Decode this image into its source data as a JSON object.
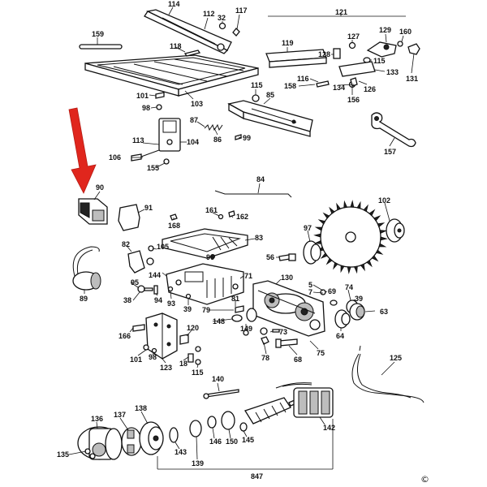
{
  "labels": [
    {
      "id": "114",
      "text": "114"
    },
    {
      "id": "112",
      "text": "112"
    },
    {
      "id": "117",
      "text": "117"
    },
    {
      "id": "32",
      "text": "32"
    },
    {
      "id": "121",
      "text": "121"
    },
    {
      "id": "159",
      "text": "159"
    },
    {
      "id": "118",
      "text": "118"
    },
    {
      "id": "119",
      "text": "119"
    },
    {
      "id": "127",
      "text": "127"
    },
    {
      "id": "129",
      "text": "129"
    },
    {
      "id": "160",
      "text": "160"
    },
    {
      "id": "128",
      "text": "128"
    },
    {
      "id": "115a",
      "text": "115"
    },
    {
      "id": "133",
      "text": "133"
    },
    {
      "id": "131",
      "text": "131"
    },
    {
      "id": "116",
      "text": "116"
    },
    {
      "id": "158",
      "text": "158"
    },
    {
      "id": "134",
      "text": "134"
    },
    {
      "id": "126",
      "text": "126"
    },
    {
      "id": "156",
      "text": "156"
    },
    {
      "id": "101a",
      "text": "101"
    },
    {
      "id": "98a",
      "text": "98"
    },
    {
      "id": "103",
      "text": "103"
    },
    {
      "id": "115b",
      "text": "115"
    },
    {
      "id": "85",
      "text": "85"
    },
    {
      "id": "87",
      "text": "87"
    },
    {
      "id": "86",
      "text": "86"
    },
    {
      "id": "99",
      "text": "99"
    },
    {
      "id": "104",
      "text": "104"
    },
    {
      "id": "113",
      "text": "113"
    },
    {
      "id": "106",
      "text": "106"
    },
    {
      "id": "155",
      "text": "155"
    },
    {
      "id": "157",
      "text": "157"
    },
    {
      "id": "90",
      "text": "90"
    },
    {
      "id": "91",
      "text": "91"
    },
    {
      "id": "84",
      "text": "84"
    },
    {
      "id": "102",
      "text": "102"
    },
    {
      "id": "168",
      "text": "168"
    },
    {
      "id": "161",
      "text": "161"
    },
    {
      "id": "162",
      "text": "162"
    },
    {
      "id": "97",
      "text": "97"
    },
    {
      "id": "83",
      "text": "83"
    },
    {
      "id": "82",
      "text": "82"
    },
    {
      "id": "105",
      "text": "105"
    },
    {
      "id": "56",
      "text": "56"
    },
    {
      "id": "96",
      "text": "96"
    },
    {
      "id": "144",
      "text": "144"
    },
    {
      "id": "71",
      "text": "71"
    },
    {
      "id": "130",
      "text": "130"
    },
    {
      "id": "89",
      "text": "89"
    },
    {
      "id": "95",
      "text": "95"
    },
    {
      "id": "38",
      "text": "38"
    },
    {
      "id": "94",
      "text": "94"
    },
    {
      "id": "93",
      "text": "93"
    },
    {
      "id": "5",
      "text": "5"
    },
    {
      "id": "7",
      "text": "7"
    },
    {
      "id": "69",
      "text": "69"
    },
    {
      "id": "74",
      "text": "74"
    },
    {
      "id": "39a",
      "text": "39"
    },
    {
      "id": "39b",
      "text": "39"
    },
    {
      "id": "81",
      "text": "81"
    },
    {
      "id": "63",
      "text": "63"
    },
    {
      "id": "79",
      "text": "79"
    },
    {
      "id": "148",
      "text": "148"
    },
    {
      "id": "64",
      "text": "64"
    },
    {
      "id": "149",
      "text": "149"
    },
    {
      "id": "73",
      "text": "73"
    },
    {
      "id": "166",
      "text": "166"
    },
    {
      "id": "120",
      "text": "120"
    },
    {
      "id": "101b",
      "text": "101"
    },
    {
      "id": "98b",
      "text": "98"
    },
    {
      "id": "18",
      "text": "18"
    },
    {
      "id": "78",
      "text": "78"
    },
    {
      "id": "68",
      "text": "68"
    },
    {
      "id": "75",
      "text": "75"
    },
    {
      "id": "123",
      "text": "123"
    },
    {
      "id": "115c",
      "text": "115"
    },
    {
      "id": "125",
      "text": "125"
    },
    {
      "id": "140",
      "text": "140"
    },
    {
      "id": "136",
      "text": "136"
    },
    {
      "id": "137",
      "text": "137"
    },
    {
      "id": "138",
      "text": "138"
    },
    {
      "id": "142",
      "text": "142"
    },
    {
      "id": "135",
      "text": "135"
    },
    {
      "id": "143",
      "text": "143"
    },
    {
      "id": "146",
      "text": "146"
    },
    {
      "id": "150",
      "text": "150"
    },
    {
      "id": "145",
      "text": "145"
    },
    {
      "id": "139",
      "text": "139"
    },
    {
      "id": "847",
      "text": "847"
    }
  ],
  "copyright": "©",
  "colors": {
    "ink": "#111111",
    "arrow": "#e0261d",
    "fill": "#ffffff"
  }
}
